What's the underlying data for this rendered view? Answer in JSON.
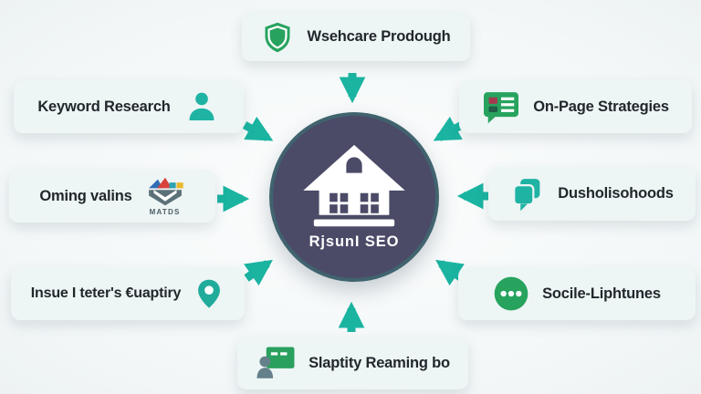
{
  "diagram": {
    "type": "hub-and-spoke",
    "hub": {
      "label": "RjsunI SEO",
      "icon": "house-icon"
    },
    "nodes": [
      {
        "id": "top",
        "label": "Wsehcare Prodough",
        "icon": "shield-icon",
        "icon_side": "left"
      },
      {
        "id": "top-left",
        "label": "Keyword Research",
        "icon": "person-icon",
        "icon_side": "right"
      },
      {
        "id": "top-right",
        "label": "On-Page Strategies",
        "icon": "document-list-bubble-icon",
        "icon_side": "left"
      },
      {
        "id": "left",
        "label": "Oming valins",
        "icon": "colored-house-logo-icon",
        "icon_side": "right",
        "caption": "MATDS"
      },
      {
        "id": "right",
        "label": "Dusholisohoods",
        "icon": "chat-bubbles-icon",
        "icon_side": "left"
      },
      {
        "id": "bottom-left",
        "label": "Insue I teter's €uaptiry",
        "icon": "location-pin-icon",
        "icon_side": "right"
      },
      {
        "id": "bottom-right",
        "label": "Socile-Liphtunes",
        "icon": "ellipsis-circle-icon",
        "icon_side": "left"
      },
      {
        "id": "bottom",
        "label": "Slaptity Reaming bo",
        "icon": "presenter-board-icon",
        "icon_side": "left"
      }
    ],
    "colors": {
      "arrow": "#1ab4a1",
      "teal_icon": "#1fb3a3",
      "green_icon": "#27a35e",
      "hub_fill": "#4b4b68",
      "hub_ring": "#40636e",
      "box_bg": "#edf5f5",
      "text": "#21282c",
      "background": "#f3f7f8"
    }
  }
}
